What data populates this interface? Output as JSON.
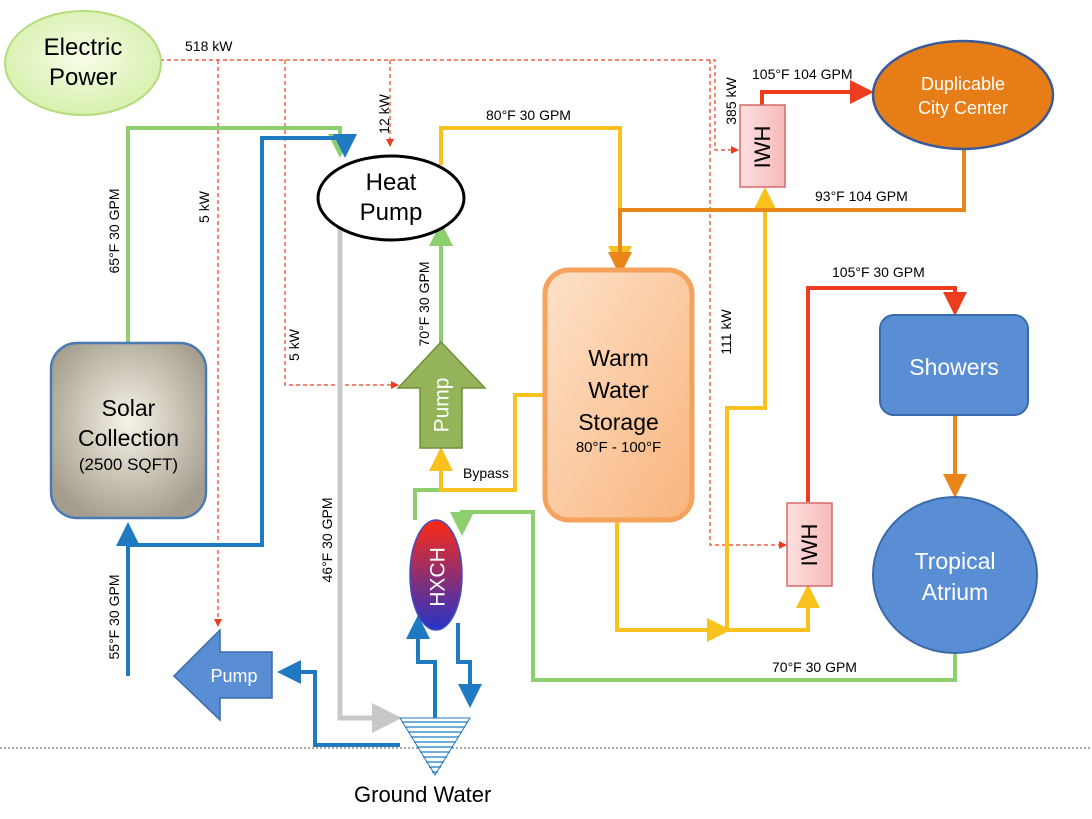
{
  "nodes": {
    "electric_power": [
      "Electric",
      "Power"
    ],
    "heat_pump": [
      "Heat",
      "Pump"
    ],
    "solar": [
      "Solar",
      "Collection",
      "(2500 SQFT)"
    ],
    "pump_center": "Pump",
    "pump_left": "Pump",
    "warm_storage": [
      "Warm",
      "Water",
      "Storage",
      "80°F - 100°F"
    ],
    "hxch": "HXCH",
    "iwh_top": "IWH",
    "iwh_bottom": "IWH",
    "city_center": [
      "Duplicable",
      "City Center"
    ],
    "showers": "Showers",
    "atrium": [
      "Tropical",
      "Atrium"
    ],
    "ground_water": "Ground Water"
  },
  "labels": {
    "power_518": "518 kW",
    "power_12": "12 kW",
    "power_5_left": "5 kW",
    "power_5_mid": "5 kW",
    "power_385": "385 kW",
    "power_111": "111 kW",
    "flow_65": "65°F 30 GPM",
    "flow_80": "80°F 30 GPM",
    "flow_105_top": "105°F 104 GPM",
    "flow_93": "93°F 104 GPM",
    "flow_70_up": "70°F 30 GPM",
    "flow_105_mid": "105°F 30 GPM",
    "flow_46": "46°F 30 GPM",
    "flow_55": "55°F 30 GPM",
    "flow_70_bottom": "70°F 30 GPM",
    "bypass": "Bypass"
  },
  "colors": {
    "green": "#8dcf6e",
    "blue": "#1f7ac2",
    "yellow": "#f7c21e",
    "orange": "#e8861a",
    "red": "#ee3c1e",
    "gray": "#c8c8c8"
  }
}
